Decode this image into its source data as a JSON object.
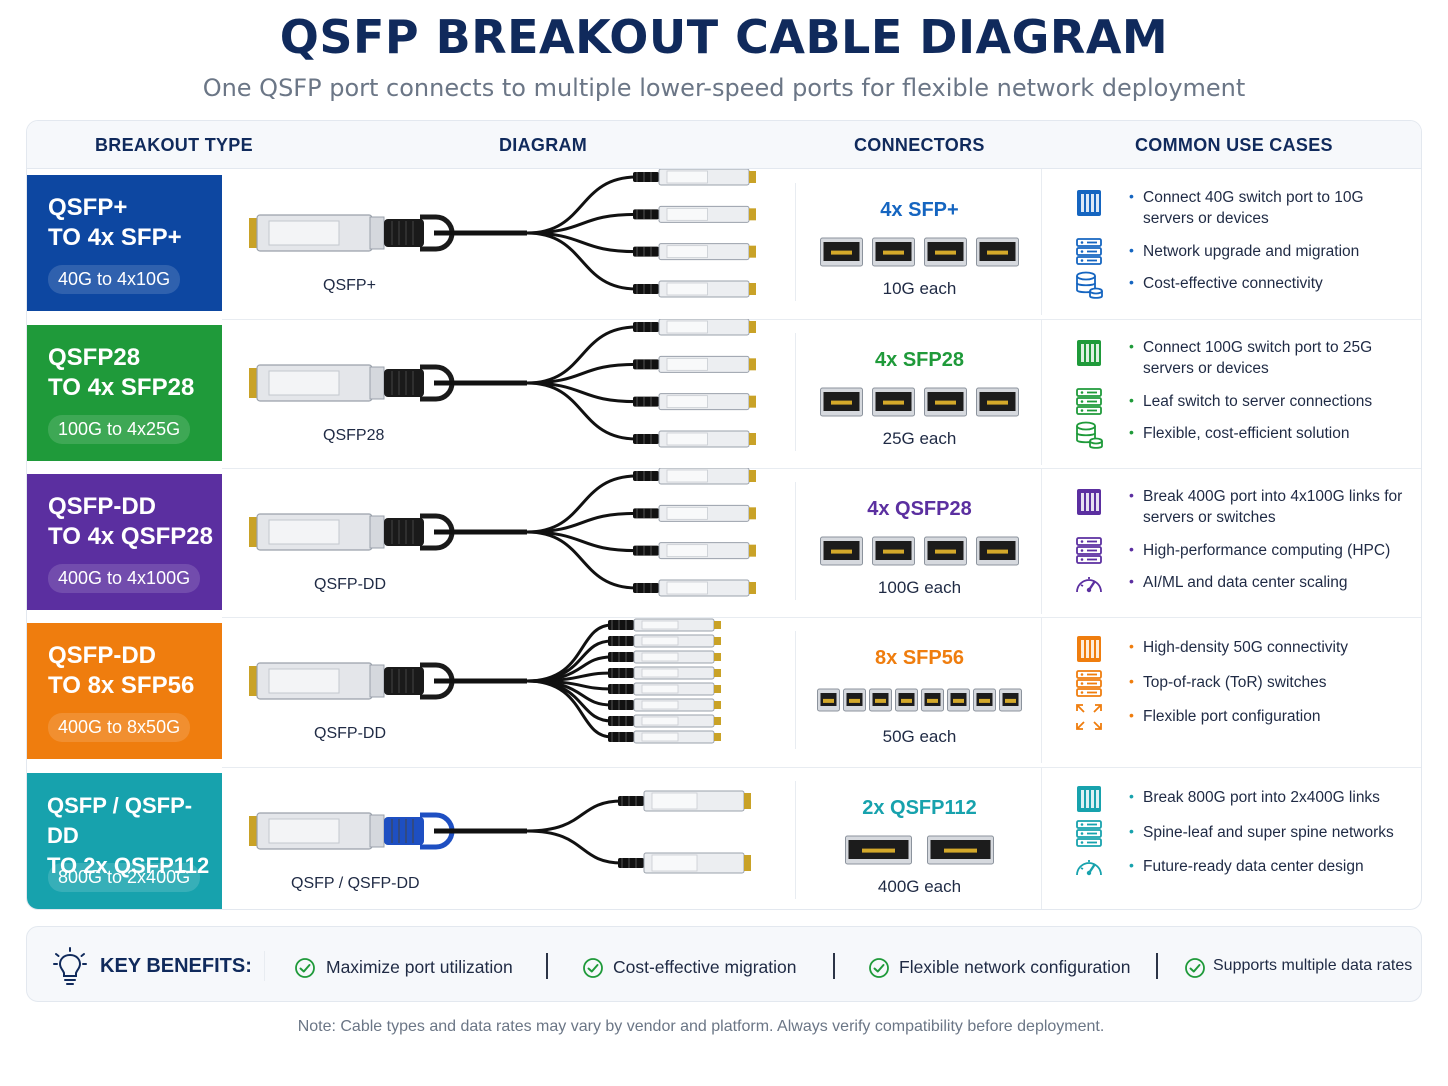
{
  "header": {
    "title": "QSFP BREAKOUT CABLE DIAGRAM",
    "subtitle": "One QSFP port connects to multiple lower-speed ports for flexible network deployment"
  },
  "table": {
    "columns": [
      "BREAKOUT TYPE",
      "DIAGRAM",
      "CONNECTORS",
      "COMMON USE CASES"
    ],
    "rows": [
      {
        "type_line1": "QSFP+",
        "type_line2": "TO 4x SFP+",
        "rate": "40G to 4x10G",
        "color": "#0d47a1",
        "accent": "#1565c0",
        "diagram_label": "QSFP+",
        "breakout_count": 4,
        "connector_title": "4x SFP+",
        "connector_each": "10G each",
        "uses": [
          "Connect 40G switch port to 10G servers or devices",
          "Network upgrade and migration",
          "Cost-effective connectivity"
        ],
        "use_icons": [
          "rack-icon",
          "server-icon",
          "database-icon"
        ]
      },
      {
        "type_line1": "QSFP28",
        "type_line2": "TO 4x SFP28",
        "rate": "100G to 4x25G",
        "color": "#1f9a3a",
        "accent": "#1f9a3a",
        "diagram_label": "QSFP28",
        "breakout_count": 4,
        "connector_title": "4x SFP28",
        "connector_each": "25G each",
        "uses": [
          "Connect 100G switch port to 25G servers or devices",
          "Leaf switch to server connections",
          "Flexible, cost-efficient solution"
        ],
        "use_icons": [
          "rack-icon",
          "server-icon",
          "database-icon"
        ]
      },
      {
        "type_line1": "QSFP-DD",
        "type_line2": "TO 4x QSFP28",
        "rate": "400G to 4x100G",
        "color": "#5b2fa0",
        "accent": "#5b2fa0",
        "diagram_label": "QSFP-DD",
        "breakout_count": 4,
        "connector_title": "4x QSFP28",
        "connector_each": "100G each",
        "uses": [
          "Break 400G port into 4x100G links for servers or switches",
          "High-performance computing (HPC)",
          "AI/ML and data center scaling"
        ],
        "use_icons": [
          "rack-icon",
          "server-icon",
          "gauge-icon"
        ]
      },
      {
        "type_line1": "QSFP-DD",
        "type_line2": "TO 8x SFP56",
        "rate": "400G to 8x50G",
        "color": "#ef7d0e",
        "accent": "#ef7d0e",
        "diagram_label": "QSFP-DD",
        "breakout_count": 8,
        "connector_title": "8x SFP56",
        "connector_each": "50G each",
        "uses": [
          "High-density 50G connectivity",
          "Top-of-rack (ToR) switches",
          "Flexible port configuration"
        ],
        "use_icons": [
          "rack-icon",
          "server-icon",
          "expand-icon"
        ]
      },
      {
        "type_line1": "QSFP / QSFP-DD",
        "type_line2": "TO 2x QSFP112",
        "rate": "800G to 2x400G",
        "color": "#17a2ad",
        "accent": "#17a2ad",
        "diagram_label": "QSFP / QSFP-DD",
        "breakout_count": 2,
        "connector_title": "2x QSFP112",
        "connector_each": "400G each",
        "uses": [
          "Break 800G port into 2x400G links",
          "Spine-leaf and super spine networks",
          "Future-ready data center design"
        ],
        "use_icons": [
          "rack-icon",
          "server-icon",
          "gauge-icon"
        ]
      }
    ]
  },
  "benefits": {
    "title": "KEY BENEFITS:",
    "items": [
      "Maximize port utilization",
      "Cost-effective migration",
      "Flexible network configuration",
      "Supports multiple data rates"
    ],
    "check_color": "#1f9a3a"
  },
  "note": "Note: Cable types and data rates may vary by vendor and platform. Always verify compatibility before deployment."
}
